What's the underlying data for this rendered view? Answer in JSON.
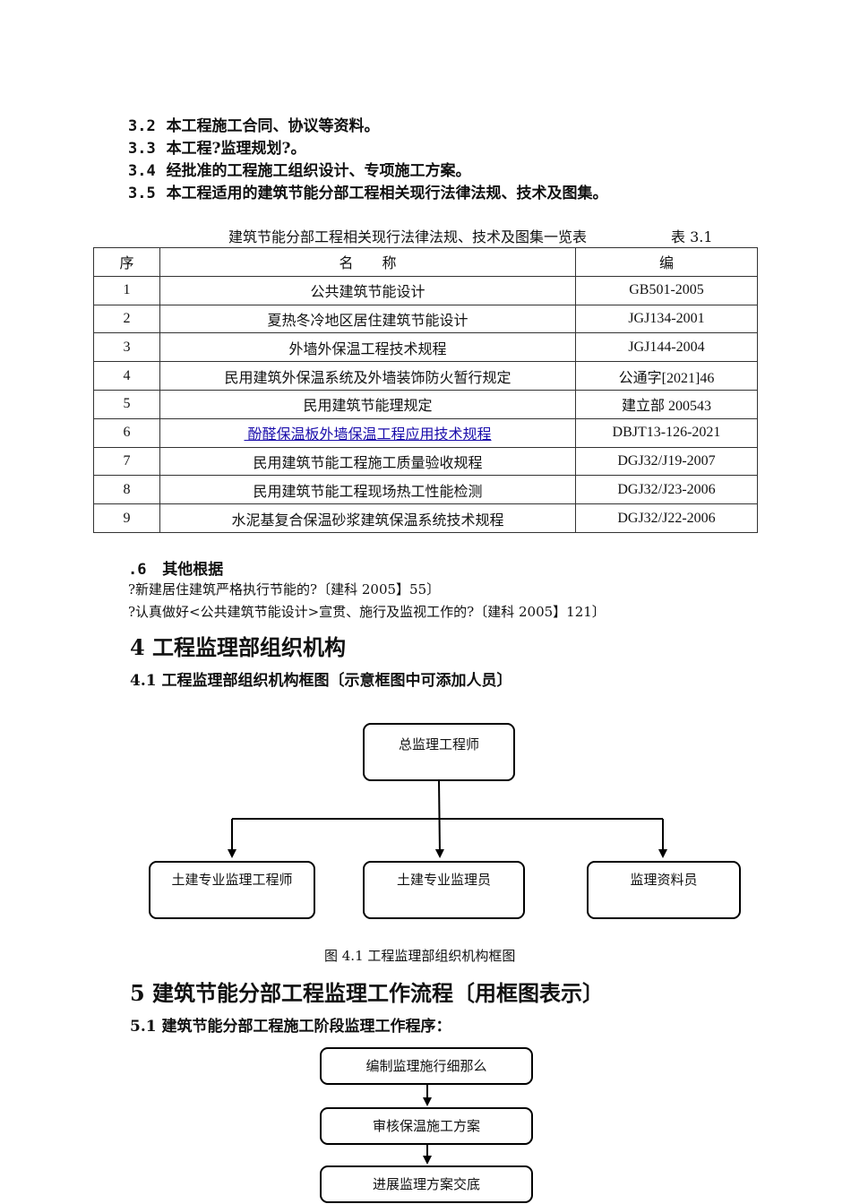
{
  "list_items": [
    {
      "num": "3.2",
      "text": "本工程施工合同、协议等资料。"
    },
    {
      "num": "3.3",
      "text": "本工程?监理规划?。"
    },
    {
      "num": "3.4",
      "text": "经批准的工程施工组织设计、专项施工方案。"
    },
    {
      "num": "3.5",
      "text": "本工程适用的建筑节能分部工程相关现行法律法规、技术及图集。"
    }
  ],
  "table": {
    "caption": "建筑节能分部工程相关现行法律法规、技术及图集一览表",
    "number": "表 3.1",
    "headers": [
      "序",
      "名　　称",
      "编"
    ],
    "rows": [
      [
        "1",
        "公共建筑节能设计",
        "GB501-2005"
      ],
      [
        "2",
        "夏热冬冷地区居住建筑节能设计",
        "JGJ134-2001"
      ],
      [
        "3",
        "外墙外保温工程技术规程",
        "JGJ144-2004"
      ],
      [
        "4",
        "民用建筑外保温系统及外墙装饰防火暂行规定",
        "公通字[2021]46"
      ],
      [
        "5",
        "民用建筑节能理规定",
        "建立部 200543"
      ],
      [
        "6",
        " 酚醛保温板外墙保温工程应用技术规程",
        "DBJT13-126-2021"
      ],
      [
        "7",
        "民用建筑节能工程施工质量验收规程",
        "DGJ32/J19-2007"
      ],
      [
        "8",
        "民用建筑节能工程现场热工性能检测",
        "DGJ32/J23-2006"
      ],
      [
        "9",
        "水泥基复合保温砂浆建筑保温系统技术规程",
        "DGJ32/J22-2006"
      ]
    ]
  },
  "other_basis": {
    "heading_num": ".6",
    "heading_text": "其他根据",
    "lines": [
      "?新建居住建筑严格执行节能的?〔建科 2005】55〕",
      "?认真做好<公共建筑节能设计>宣贯、施行及监视工作的?〔建科 2005】121〕"
    ]
  },
  "section4": {
    "title": "4 工程监理部组织机构",
    "sub": "4.1 工程监理部组织机构框图〔示意框图中可添加人员〕",
    "chart_top": "总监理工程师",
    "chart_children": [
      "土建专业监理工程师",
      "土建专业监理员",
      "监理资料员"
    ],
    "caption": "图 4.1 工程监理部组织机构框图"
  },
  "section5": {
    "title": "5 建筑节能分部工程监理工作流程〔用框图表示〕",
    "sub": "5.1 建筑节能分部工程施工阶段监理工作程序：",
    "flow": [
      "编制监理施行细那么",
      "审核保温施工方案",
      "进展监理方案交底"
    ]
  }
}
